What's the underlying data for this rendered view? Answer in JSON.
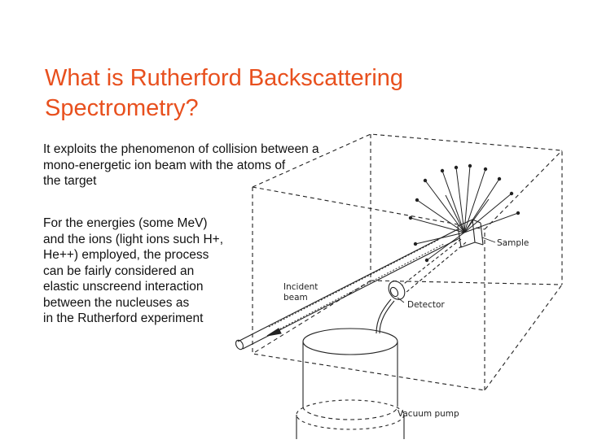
{
  "slide": {
    "title_line1": "What is Rutherford Backscattering",
    "title_line2": "Spectrometry?",
    "para1": [
      "It exploits the phenomenon of collision between a",
      "mono-energetic ion beam with the atoms of",
      "the target"
    ],
    "para2": [
      "For the energies (some MeV)",
      "and the ions (light ions such H+,",
      "He++) employed, the process",
      "can be fairly considered an",
      "elastic unscreend interaction",
      "between the nucleuses as",
      "in the Rutherford experiment"
    ]
  },
  "diagram": {
    "labels": {
      "sample": "Sample",
      "incident_beam_1": "Incident",
      "incident_beam_2": "beam",
      "detector": "Detector",
      "vacuum_pump": "Vacuum pump"
    }
  },
  "colors": {
    "title": "#e8501e",
    "text": "#111111",
    "line": "#222222"
  }
}
